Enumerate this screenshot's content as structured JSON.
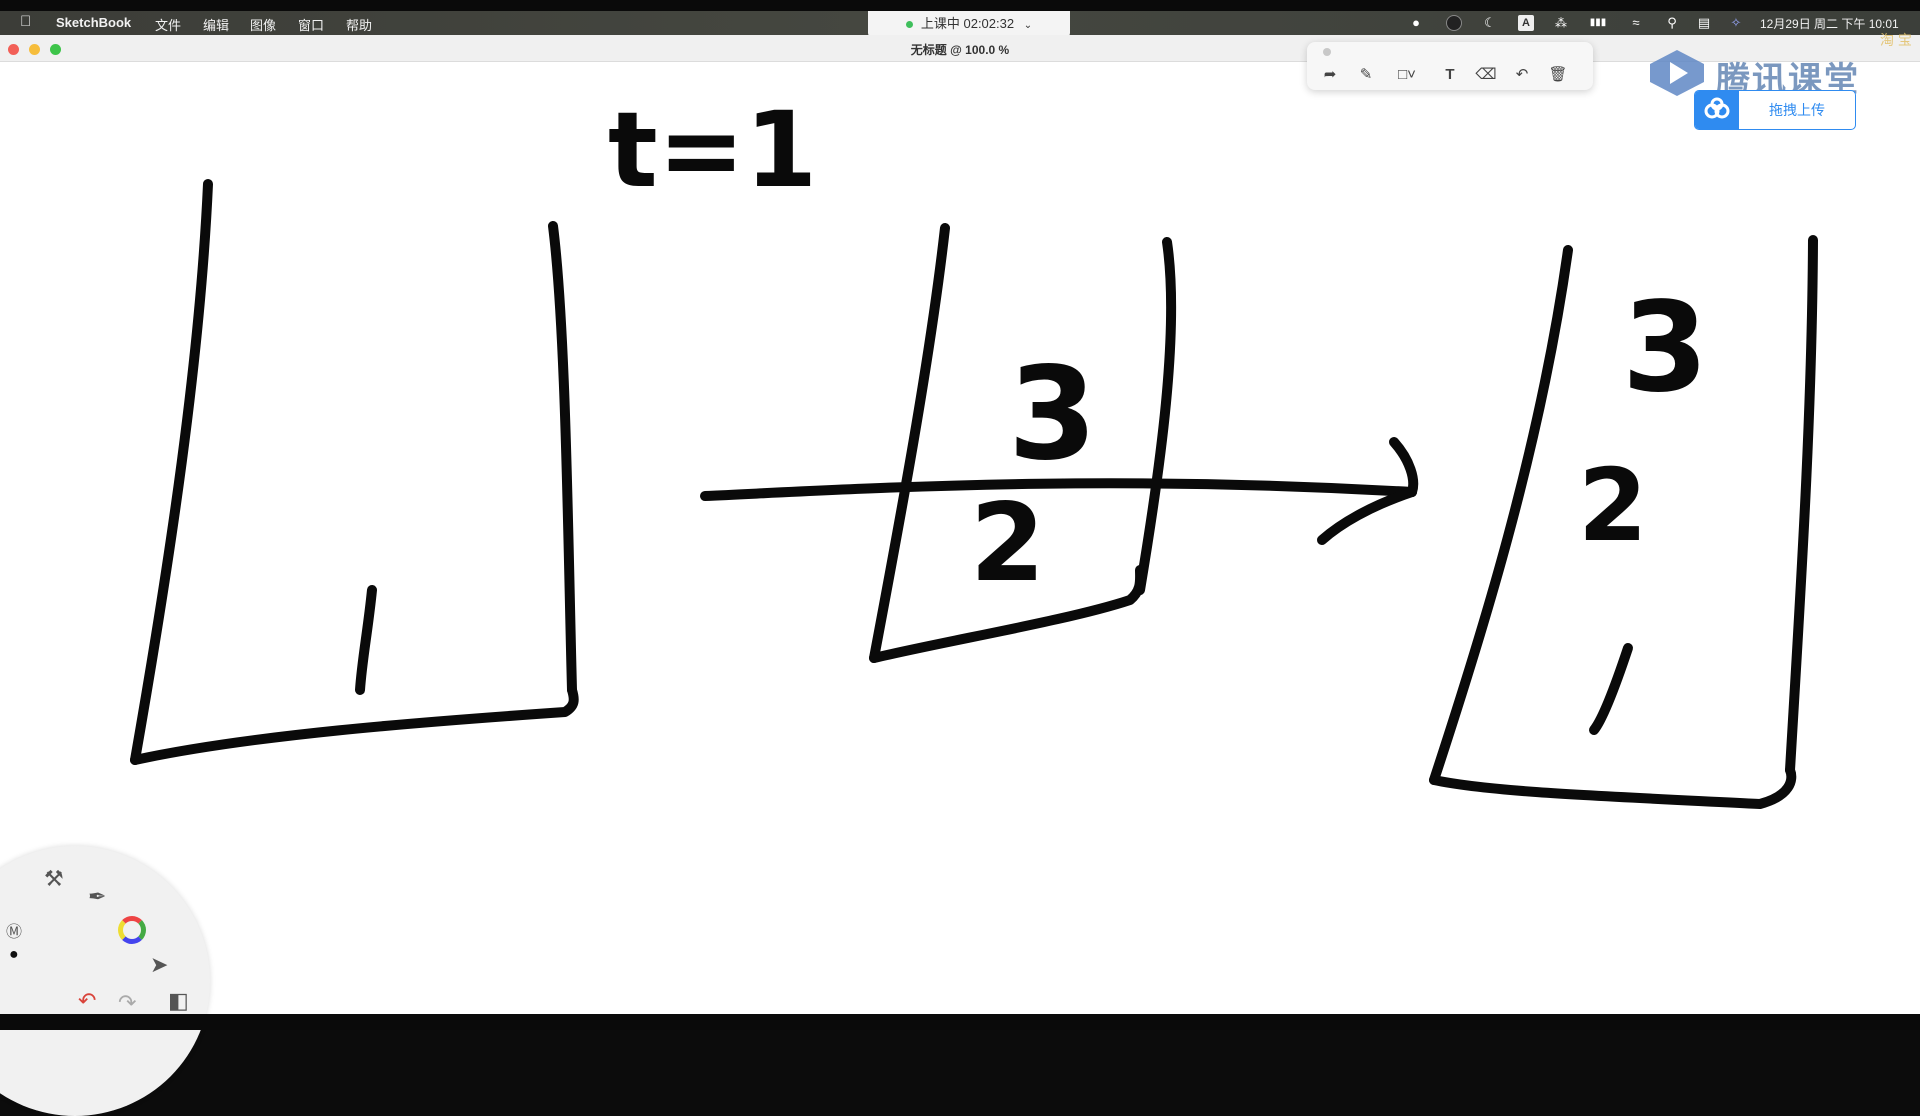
{
  "menubar": {
    "apple_icon": "apple-icon",
    "app_name": "SketchBook",
    "menus": [
      "文件",
      "编辑",
      "图像",
      "窗口",
      "帮助"
    ],
    "clock": "12月29日 周二 下午 10:01",
    "tray_icons": [
      "wechat-icon",
      "screen-record-icon",
      "moon-icon",
      "input-method-icon",
      "bluetooth-icon",
      "battery-icon",
      "wifi-icon",
      "search-icon",
      "control-center-icon",
      "siri-icon"
    ]
  },
  "recording": {
    "status": "上课中 02:02:32",
    "dropdown_icon": "chevron-down-icon"
  },
  "window": {
    "title": "无标题 @ 100.0 %"
  },
  "annotation_toolbar": {
    "tools": [
      "pointer-icon",
      "pen-icon",
      "rectangle-icon",
      "text-icon",
      "eraser-icon",
      "undo-icon",
      "trash-icon"
    ]
  },
  "brand": {
    "name": "腾讯课堂",
    "upload_label": "拖拽上传"
  },
  "overlay_hint": "淘 宝",
  "drawing": {
    "label_top": "t=1",
    "left_stack": [
      "1"
    ],
    "middle_stack": [
      "3",
      "2"
    ],
    "right_stack": [
      "3",
      "2",
      "1"
    ]
  },
  "lagoon_menu": {
    "tools": [
      "brush-tools-icon",
      "brush-icon",
      "color-wheel-icon",
      "selection-icon",
      "undo-icon",
      "redo-icon",
      "layers-icon",
      "pen-mode-icon",
      "dot-icon"
    ]
  }
}
